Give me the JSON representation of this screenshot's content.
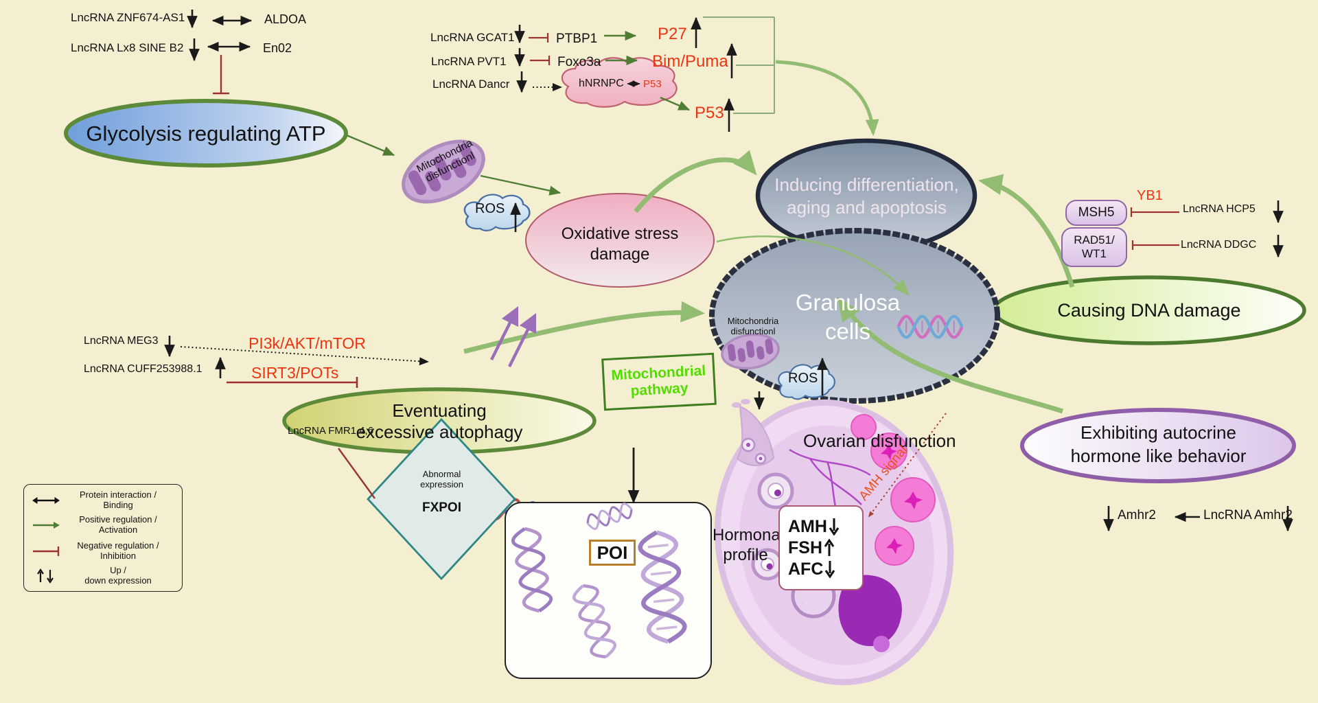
{
  "top_left": {
    "znf": "LncRNA ZNF674-AS1",
    "aldoa": "ALDOA",
    "lx8": "LncRNA Lx8 SINE B2",
    "en02": "En02"
  },
  "glycolysis": {
    "label": "Glycolysis regulating ATP"
  },
  "mito_main": {
    "line1": "Mitochondria",
    "line2": "disfunctionl"
  },
  "ros1": {
    "label": "ROS"
  },
  "oxidative": {
    "line1": "Oxidative stress",
    "line2": "damage"
  },
  "cascade": {
    "gcat": "LncRNA GCAT1",
    "ptbp1": "PTBP1",
    "p27": "P27",
    "pvt1": "LncRNA PVT1",
    "foxo3a": "Foxo3a",
    "bim": "Bim/Puma",
    "dancr": "LncRNA Dancr",
    "hnrnpc": "hNRNPC",
    "p53_cloud": "P53",
    "p53": "P53"
  },
  "inducing": {
    "line1": "Inducing differentiation,",
    "line2": "aging and apoptosis"
  },
  "granulosa": {
    "line1": "Granulosa",
    "line2": "cells",
    "mito1": "Mitochondria",
    "mito2": "disfunctionl",
    "ros": "ROS"
  },
  "repair": {
    "msh5": "MSH5",
    "yb1": "YB1",
    "hcp5": "LncRNA HCP5",
    "rad51": "RAD51/",
    "wt1": "WT1",
    "ddgc": "LncRNA DDGC"
  },
  "causing": {
    "label": "Causing DNA damage"
  },
  "autophagy": {
    "meg3": "LncRNA MEG3",
    "pi3k": "PI3k/AKT/mTOR",
    "cuff": "LncRNA CUFF253988.1",
    "sirt3": "SIRT3/POTs",
    "line1": "Eventuating",
    "line2": "excessive autophagy"
  },
  "mito_pathway": {
    "line1": "Mitochondrial",
    "line2": "pathway"
  },
  "ovarian": {
    "label": "Ovarian disfunction"
  },
  "exhibiting": {
    "line1": "Exhibiting autocrine",
    "line2": "hormone like behavior",
    "amhr2": "Amhr2",
    "lnc_amhr2": "LncRNA Amhr2"
  },
  "amh_signal": {
    "label": "AMH signal"
  },
  "fxpoi": {
    "lnc": "LncRNA FMR1,4,6",
    "line1": "Abnormal",
    "line2": "expression",
    "label": "FXPOI"
  },
  "poi": {
    "label": "POI"
  },
  "hormonal": {
    "line1": "Hormonal",
    "line2": "profile",
    "amh": "AMH",
    "fsh": "FSH",
    "afc": "AFC"
  },
  "legend": {
    "item1_line1": "Protein interaction /",
    "item1_line2": "Binding",
    "item2_line1": "Positive regulation /",
    "item2_line2": "Activation",
    "item3_line1": "Negative regulation /",
    "item3_line2": "Inhibition",
    "item4_line1": "Up /",
    "item4_line2": "down expression"
  },
  "colors": {
    "background": "#F5EFD1",
    "red_label": "#EE3311",
    "inhibition": "#9B3333",
    "activation": "#4E7D33",
    "big_arrow": "#92BC72",
    "purple_arrow": "#9B6FB8",
    "mito_green_text": "#52DC00",
    "poi_border": "#B87E28",
    "diamond_border": "#2E8686"
  }
}
